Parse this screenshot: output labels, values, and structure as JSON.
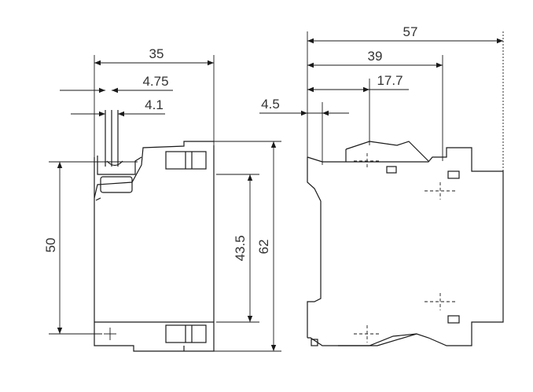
{
  "dimensions": {
    "front_width": "35",
    "front_offset_a": "4.75",
    "front_offset_b": "4.1",
    "front_height_left": "50",
    "front_height_mid": "43.5",
    "front_height_total": "62",
    "side_total_width": "57",
    "side_width_mid": "39",
    "side_width_small": "17.7",
    "side_offset": "4.5"
  },
  "colors": {
    "line": "#1a1a1a",
    "text": "#333333",
    "background": "#ffffff"
  }
}
